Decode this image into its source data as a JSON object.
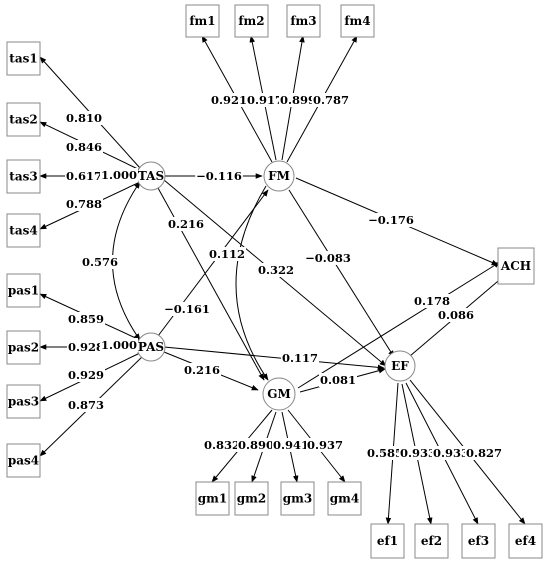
{
  "diagram": {
    "observed": {
      "tas1": "tas1",
      "tas2": "tas2",
      "tas3": "tas3",
      "tas4": "tas4",
      "pas1": "pas1",
      "pas2": "pas2",
      "pas3": "pas3",
      "pas4": "pas4",
      "fm1": "fm1",
      "fm2": "fm2",
      "fm3": "fm3",
      "fm4": "fm4",
      "gm1": "gm1",
      "gm2": "gm2",
      "gm3": "gm3",
      "gm4": "gm4",
      "ef1": "ef1",
      "ef2": "ef2",
      "ef3": "ef3",
      "ef4": "ef4",
      "ach": "ACH"
    },
    "latent": {
      "tas": "TAS",
      "pas": "PAS",
      "fm": "FM",
      "gm": "GM",
      "ef": "EF"
    },
    "coefficients": {
      "tas_tas1": "0.810",
      "tas_tas2": "0.846",
      "tas_tas3": "0.617",
      "tas_tas3_fixed": "1.000",
      "tas_tas4": "0.788",
      "pas_pas1": "0.859",
      "pas_pas2": "0.928",
      "pas_pas2_fixed": "1.000",
      "pas_pas3": "0.929",
      "pas_pas4": "0.873",
      "fm_fm1": "0.921",
      "fm_fm2": "0.917",
      "fm_fm3": "0.899",
      "fm_fm4": "0.787",
      "gm_gm1": "0.832",
      "gm_gm2": "0.890",
      "gm_gm3": "0.941",
      "gm_gm4": "0.937",
      "ef_ef1": "0.585",
      "ef_ef2": "0.933",
      "ef_ef3": "0.933",
      "ef_ef4": "0.827",
      "tas_pas": "0.576",
      "tas_fm": "−0.116",
      "tas_gm": "0.216",
      "tas_ef": "0.322",
      "pas_fm": "−0.161",
      "pas_gm": "0.216",
      "pas_ef": "0.117",
      "fm_gm": "0.112",
      "fm_ef": "−0.083",
      "fm_ach": "−0.176",
      "gm_ef": "0.081",
      "gm_ach": "0.178",
      "ef_ach": "0.086"
    }
  }
}
